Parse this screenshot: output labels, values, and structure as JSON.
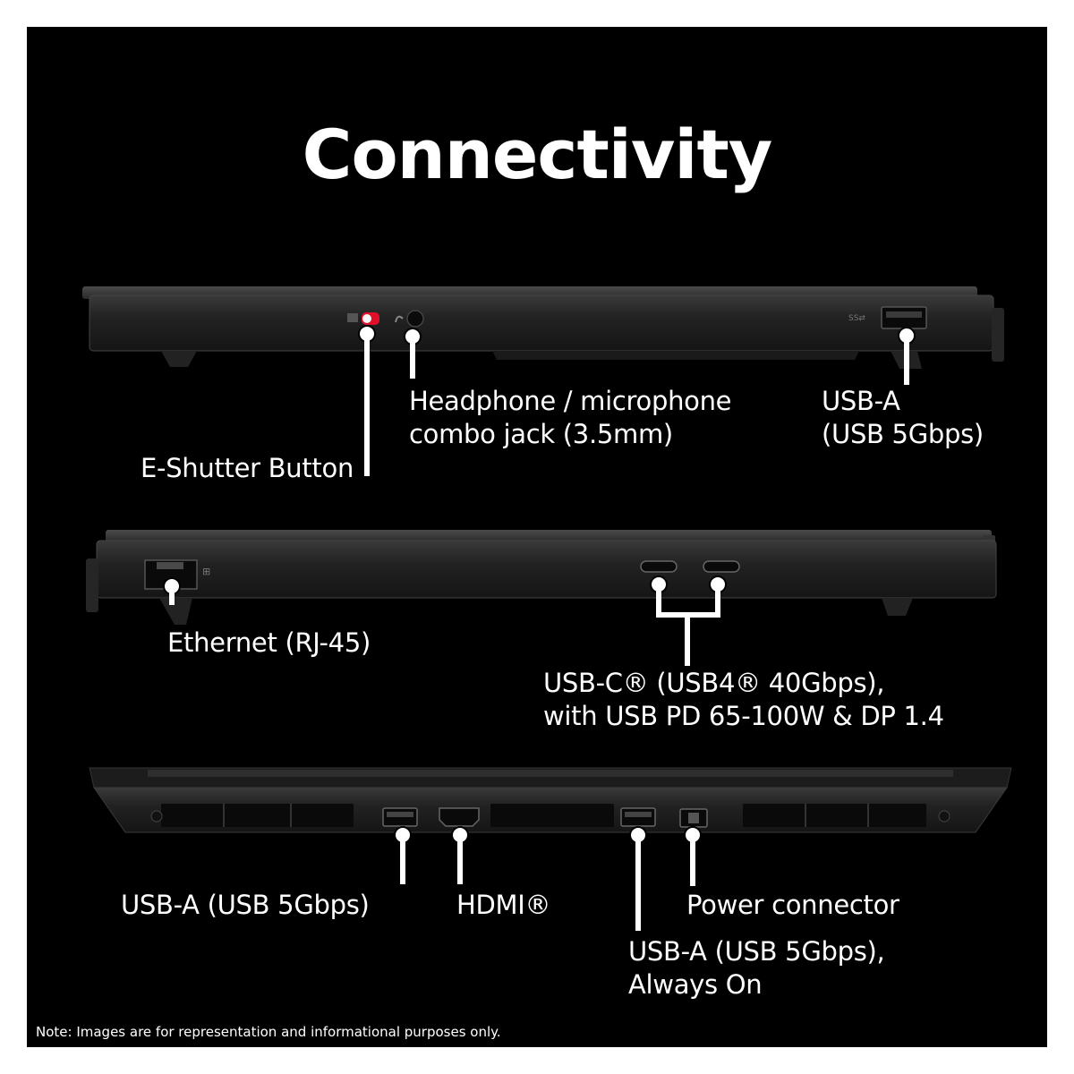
{
  "title": "Connectivity",
  "panels": [
    {
      "side": "left",
      "labels": [
        {
          "key": "eshutter",
          "text": "E-Shutter Button"
        },
        {
          "key": "headphone",
          "text": "Headphone / microphone\ncombo jack (3.5mm)"
        },
        {
          "key": "usba_left",
          "text": "USB-A\n(USB 5Gbps)"
        }
      ]
    },
    {
      "side": "right",
      "labels": [
        {
          "key": "ethernet",
          "text": "Ethernet (RJ-45)"
        },
        {
          "key": "usbc",
          "text": "USB-C® (USB4® 40Gbps),\nwith USB PD 65-100W & DP 1.4"
        }
      ]
    },
    {
      "side": "rear",
      "labels": [
        {
          "key": "usba_rear",
          "text": "USB-A (USB 5Gbps)"
        },
        {
          "key": "hdmi",
          "text": "HDMI®"
        },
        {
          "key": "usba_always_on",
          "text": "USB-A (USB 5Gbps),\nAlways On"
        },
        {
          "key": "power",
          "text": "Power connector"
        }
      ]
    }
  ],
  "note": "Note: Images are for representation and informational purposes only.",
  "colors": {
    "background": "#000000",
    "text": "#ffffff",
    "frame": "#ffffff",
    "shutter": "#e0102a"
  }
}
